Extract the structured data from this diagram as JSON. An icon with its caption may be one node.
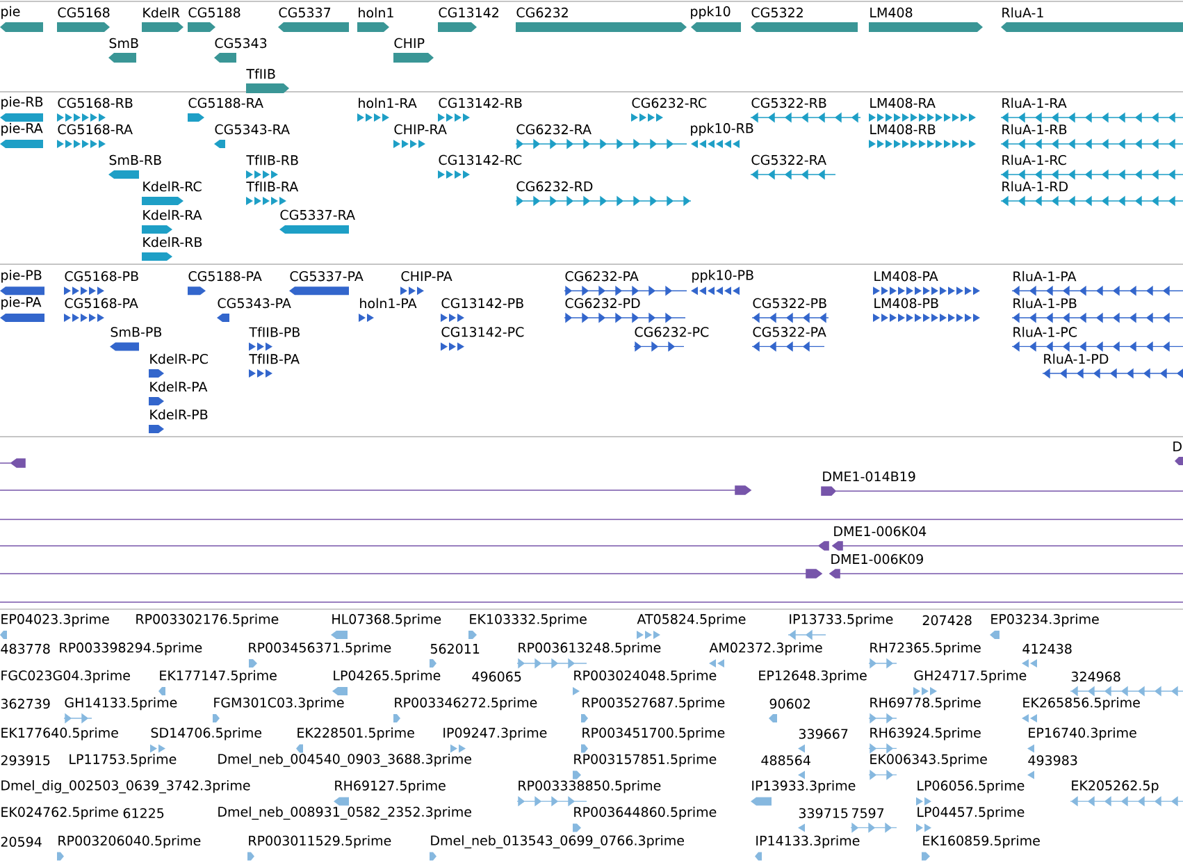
{
  "diagram": {
    "labels": [
      "pie",
      "CG5168",
      "KdelR",
      "CG5188",
      "CG5337",
      "holn1",
      "CG13142",
      "CG6232",
      "ppk10",
      "CG5322",
      "LM408",
      "RluA-1",
      "SmB",
      "CG5343",
      "CHIP",
      "TfIIB",
      "pie-RB",
      "CG5168-RB",
      "CG5188-RA",
      "holn1-RA",
      "CG13142-RB",
      "CG6232-RC",
      "CG5322-RB",
      "LM408-RA",
      "RluA-1-RA",
      "pie-RA",
      "CG5168-RA",
      "CG5343-RA",
      "CHIP-RA",
      "CG6232-RA",
      "ppk10-RB",
      "LM408-RB",
      "RluA-1-RB",
      "SmB-RB",
      "TfIIB-RB",
      "CG13142-RC",
      "CG5322-RA",
      "RluA-1-RC",
      "KdelR-RC",
      "TfIIB-RA",
      "CG6232-RD",
      "RluA-1-RD",
      "KdelR-RA",
      "CG5337-RA",
      "KdelR-RB",
      "pie-PB",
      "CG5168-PB",
      "CG5188-PA",
      "CG5337-PA",
      "CHIP-PA",
      "CG6232-PA",
      "ppk10-PB",
      "LM408-PA",
      "RluA-1-PA",
      "pie-PA",
      "CG5168-PA",
      "CG5343-PA",
      "holn1-PA",
      "CG13142-PB",
      "CG6232-PD",
      "CG5322-PB",
      "LM408-PB",
      "RluA-1-PB",
      "SmB-PB",
      "TfIIB-PB",
      "CG13142-PC",
      "CG6232-PC",
      "CG5322-PA",
      "RluA-1-PC",
      "KdelR-PC",
      "TfIIB-PA",
      "RluA-1-PD",
      "KdelR-PA",
      "KdelR-PB",
      "D",
      "DME1-014B19",
      "DME1-006K04",
      "DME1-006K09",
      "EP04023.3prime",
      "RP003302176.5prime",
      "HL07368.5prime",
      "EK103332.5prime",
      "AT05824.5prime",
      "IP13733.5prime",
      "207428",
      "EP03234.3prime",
      "483778",
      "RP003398294.5prime",
      "RP003456371.5prime",
      "562011",
      "RP003613248.5prime",
      "AM02372.3prime",
      "RH72365.5prime",
      "412438",
      "FGC023G04.3prime",
      "EK177147.5prime",
      "LP04265.5prime",
      "496065",
      "RP003024048.5prime",
      "EP12648.3prime",
      "GH24717.5prime",
      "324968",
      "362739",
      "GH14133.5prime",
      "FGM301C03.3prime",
      "RP003346272.5prime",
      "RP003527687.5prime",
      "90602",
      "RH69778.5prime",
      "EK265856.5prime",
      "EK177640.5prime",
      "SD14706.5prime",
      "EK228501.5prime",
      "IP09247.3prime",
      "RP003451700.5prime",
      "339667",
      "RH63924.5prime",
      "EP16740.3prime",
      "293915",
      "LP11753.5prime",
      "Dmel_neb_004540_0903_3688.3prime",
      "RP003157851.5prime",
      "488564",
      "EK006343.5prime",
      "493983",
      "Dmel_dig_002503_0639_3742.3prime",
      "RH69127.5prime",
      "RP003338850.5prime",
      "IP13933.3prime",
      "LP06056.5prime",
      "EK205262.5p",
      "EK024762.5prime",
      "61225",
      "Dmel_neb_008931_0582_2352.3prime",
      "RP003644860.5prime",
      "339715",
      "7597",
      "LP04457.5prime",
      "20594",
      "RP003206040.5prime",
      "RP003011529.5prime",
      "Dmel_neb_013543_0699_0766.3prime",
      "IP14133.3prime",
      "EK160859.5prime"
    ]
  }
}
